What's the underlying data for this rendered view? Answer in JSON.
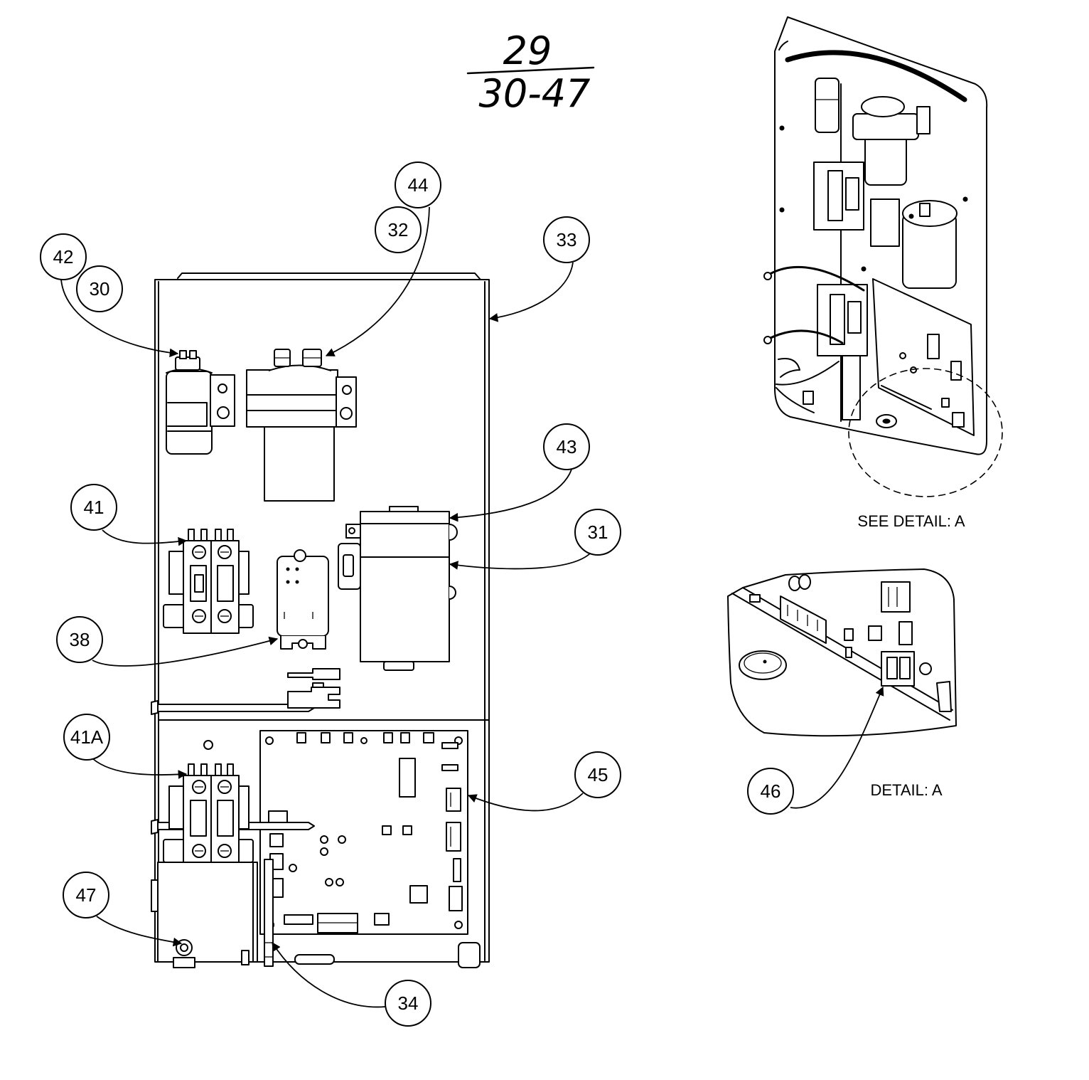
{
  "header": {
    "numerator": "29",
    "denominator": "30-47"
  },
  "callouts": {
    "c44": "44",
    "c32": "32",
    "c33": "33",
    "c42": "42",
    "c30": "30",
    "c43": "43",
    "c41": "41",
    "c31": "31",
    "c38": "38",
    "c41a": "41A",
    "c45": "45",
    "c47": "47",
    "c34": "34",
    "c46": "46"
  },
  "labels": {
    "see_detail": "SEE DETAIL: A",
    "detail": "DETAIL: A"
  }
}
